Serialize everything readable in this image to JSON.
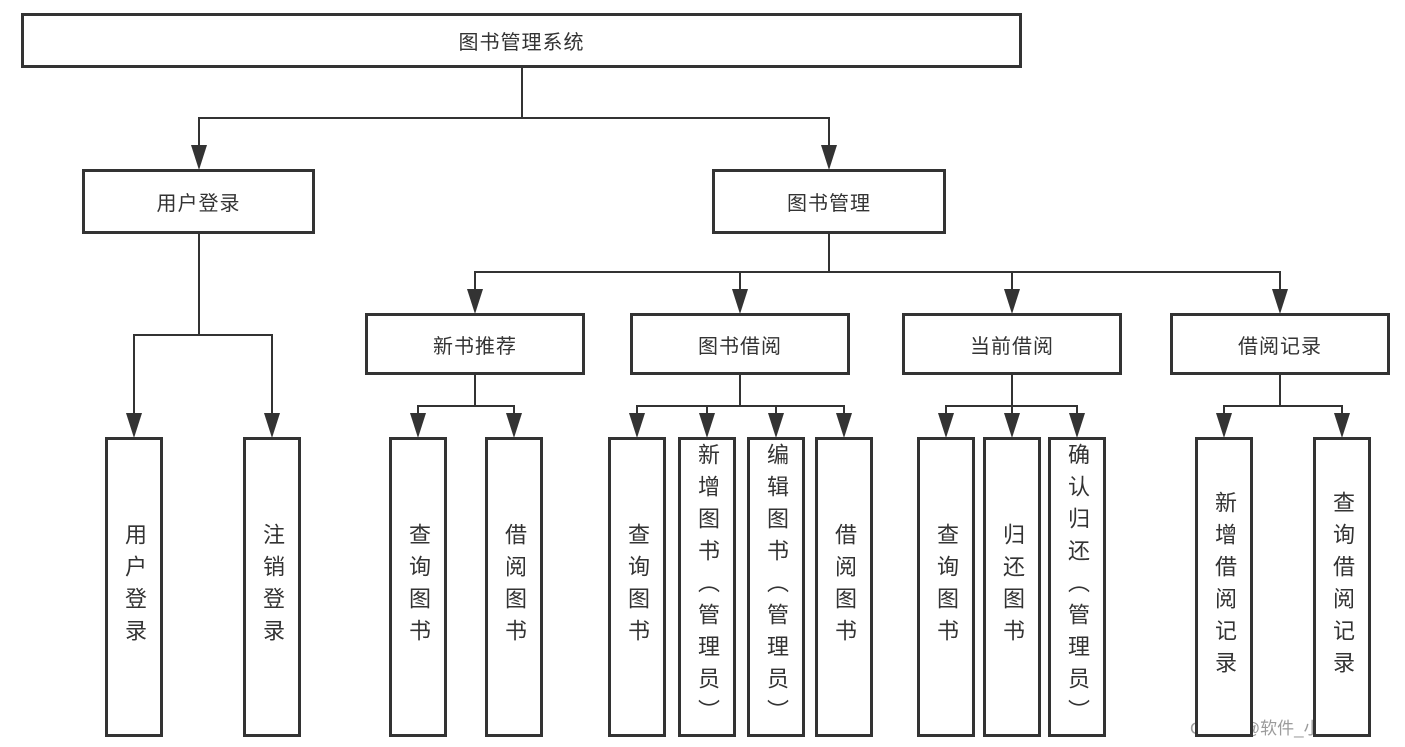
{
  "diagram": {
    "title": "图书管理系统",
    "type": "hierarchy-tree",
    "nodes": [
      {
        "id": "root",
        "label": "图书管理系统",
        "parent": null
      },
      {
        "id": "login",
        "label": "用户登录",
        "parent": "root"
      },
      {
        "id": "mgmt",
        "label": "图书管理",
        "parent": "root"
      },
      {
        "id": "login-user",
        "label": "用户登录",
        "parent": "login"
      },
      {
        "id": "login-logout",
        "label": "注销登录",
        "parent": "login"
      },
      {
        "id": "newbook",
        "label": "新书推荐",
        "parent": "mgmt"
      },
      {
        "id": "borrow",
        "label": "图书借阅",
        "parent": "mgmt"
      },
      {
        "id": "current",
        "label": "当前借阅",
        "parent": "mgmt"
      },
      {
        "id": "records",
        "label": "借阅记录",
        "parent": "mgmt"
      },
      {
        "id": "nb-query",
        "label": "查询图书",
        "parent": "newbook"
      },
      {
        "id": "nb-borrow",
        "label": "借阅图书",
        "parent": "newbook"
      },
      {
        "id": "bw-query",
        "label": "查询图书",
        "parent": "borrow"
      },
      {
        "id": "bw-add",
        "label": "新增图书（管理员）",
        "parent": "borrow"
      },
      {
        "id": "bw-edit",
        "label": "编辑图书（管理员）",
        "parent": "borrow"
      },
      {
        "id": "bw-borrow",
        "label": "借阅图书",
        "parent": "borrow"
      },
      {
        "id": "cur-query",
        "label": "查询图书",
        "parent": "current"
      },
      {
        "id": "cur-return",
        "label": "归还图书",
        "parent": "current"
      },
      {
        "id": "cur-confirm",
        "label": "确认归还（管理员）",
        "parent": "current"
      },
      {
        "id": "rec-add",
        "label": "新增借阅记录",
        "parent": "records"
      },
      {
        "id": "rec-query",
        "label": "查询借阅记录",
        "parent": "records"
      }
    ]
  },
  "watermark": {
    "text": "CSDN @软件_小贺同学"
  },
  "colors": {
    "line": "#333333",
    "text": "#333333",
    "watermark": "#9b9b9b",
    "background": "#ffffff"
  }
}
